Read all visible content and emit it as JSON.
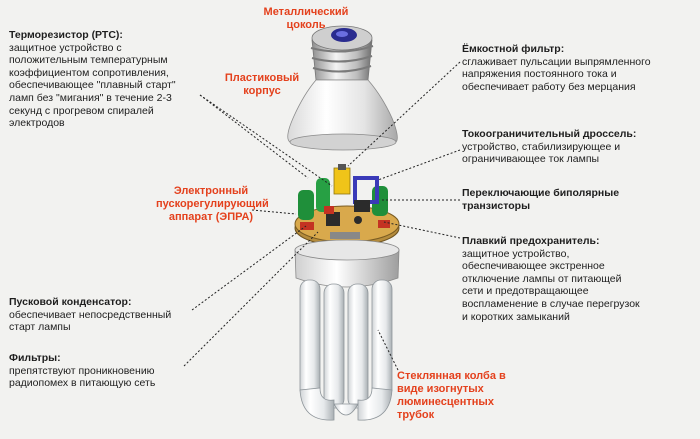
{
  "labels": {
    "thermistor": {
      "title": "Терморезистор (РТС):",
      "lines": [
        "защитное устройство с",
        "положительным температурным",
        "коэффициентом сопротивления,",
        "обеспечивающее \"плавный старт\"",
        "ламп без \"мигания\" в течение 2-3",
        "секунд с прогревом спиралей",
        "электродов"
      ]
    },
    "capacitive_filter": {
      "title": "Ёмкостной фильтр:",
      "lines": [
        "сглаживает пульсации выпрямленного",
        "напряжения постоянного тока и",
        "обеспечивает работу без мерцания"
      ]
    },
    "choke": {
      "title": "Токоограничительный дроссель:",
      "lines": [
        "устройство, стабилизирующее и",
        "ограничивающее ток лампы"
      ]
    },
    "transistors": {
      "title": "Переключающие биполярные",
      "lines": [
        "транзисторы"
      ]
    },
    "fuse": {
      "title": "Плавкий предохранитель:",
      "lines": [
        "защитное устройство,",
        "обеспечивающее экстренное",
        "отключение лампы от питающей",
        "сети и предотвращающее",
        "воспламенение в случае перегрузок",
        "и коротких замыканий"
      ]
    },
    "start_capacitor": {
      "title": "Пусковой конденсатор:",
      "lines": [
        "обеспечивает непосредственный",
        "старт лампы"
      ]
    },
    "filters": {
      "title": "Фильтры:",
      "lines": [
        "препятствуют проникновению",
        "радиопомех в питающую сеть"
      ]
    },
    "metal_cap": {
      "lines": [
        "Металлический",
        "цоколь"
      ]
    },
    "plastic_body": {
      "lines": [
        "Пластиковый",
        "корпус"
      ]
    },
    "ballast": {
      "lines": [
        "Электронный",
        "пускорегулирующий",
        "аппарат (ЭПРА)"
      ]
    },
    "glass_tube": {
      "lines": [
        "Стеклянная колба в",
        "виде изогнутых",
        "люминесцентных",
        "трубок"
      ]
    }
  },
  "colors": {
    "accent_red": "#e4411d",
    "text": "#1e1e1e",
    "background": "#f2f2f0",
    "leader": "#222222"
  }
}
